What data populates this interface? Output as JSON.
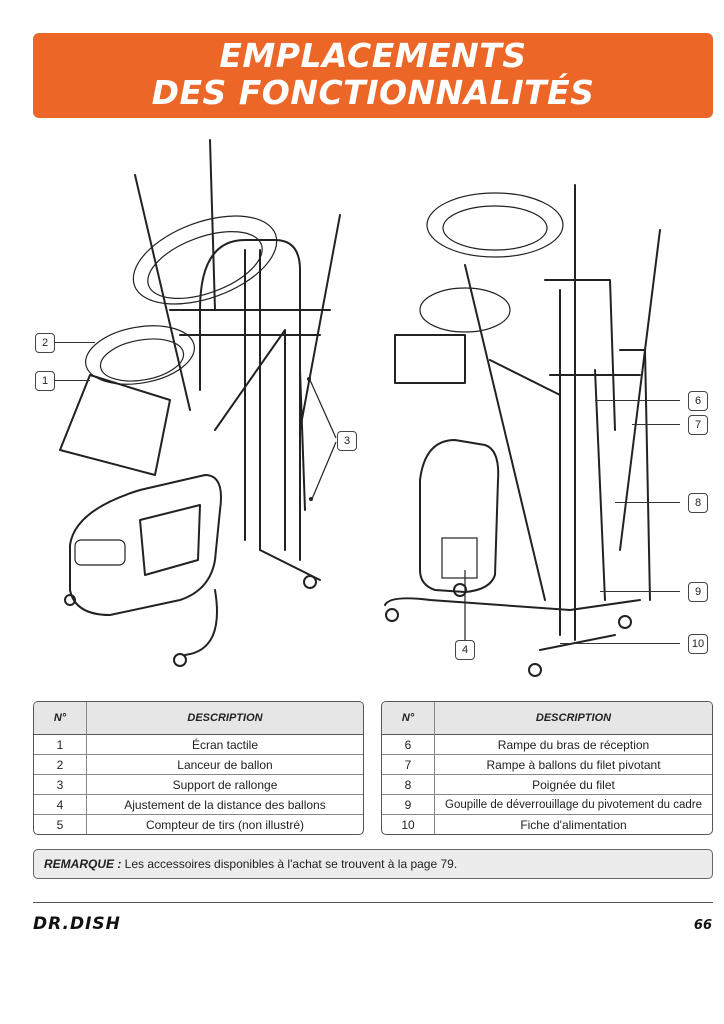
{
  "header": {
    "title_line1": "EMPLACEMENTS",
    "title_line2": "DES FONCTIONNALITÉS"
  },
  "figure_left": {
    "callouts": [
      "2",
      "1",
      "3"
    ]
  },
  "figure_right": {
    "callouts": [
      "6",
      "7",
      "8",
      "9",
      "4",
      "10"
    ]
  },
  "table_left": {
    "col_num": "N°",
    "col_desc": "DESCRIPTION",
    "rows": [
      {
        "num": "1",
        "desc": "Écran tactile"
      },
      {
        "num": "2",
        "desc": "Lanceur de ballon"
      },
      {
        "num": "3",
        "desc": "Support de rallonge"
      },
      {
        "num": "4",
        "desc": "Ajustement de la distance des ballons"
      },
      {
        "num": "5",
        "desc": "Compteur de tirs (non illustré)"
      }
    ]
  },
  "table_right": {
    "col_num": "N°",
    "col_desc": "DESCRIPTION",
    "rows": [
      {
        "num": "6",
        "desc": "Rampe du bras de réception"
      },
      {
        "num": "7",
        "desc": "Rampe à ballons du filet pivotant"
      },
      {
        "num": "8",
        "desc": "Poignée du filet"
      },
      {
        "num": "9",
        "desc": "Goupille de déverrouillage du pivotement du cadre"
      },
      {
        "num": "10",
        "desc": "Fiche d'alimentation"
      }
    ]
  },
  "note": {
    "label": "REMARQUE :",
    "text": " Les accessoires disponibles à l'achat se trouvent à la page 79."
  },
  "footer": {
    "logo": "DR.DISH",
    "page_number": "66"
  },
  "colors": {
    "banner": "#ec6627"
  }
}
